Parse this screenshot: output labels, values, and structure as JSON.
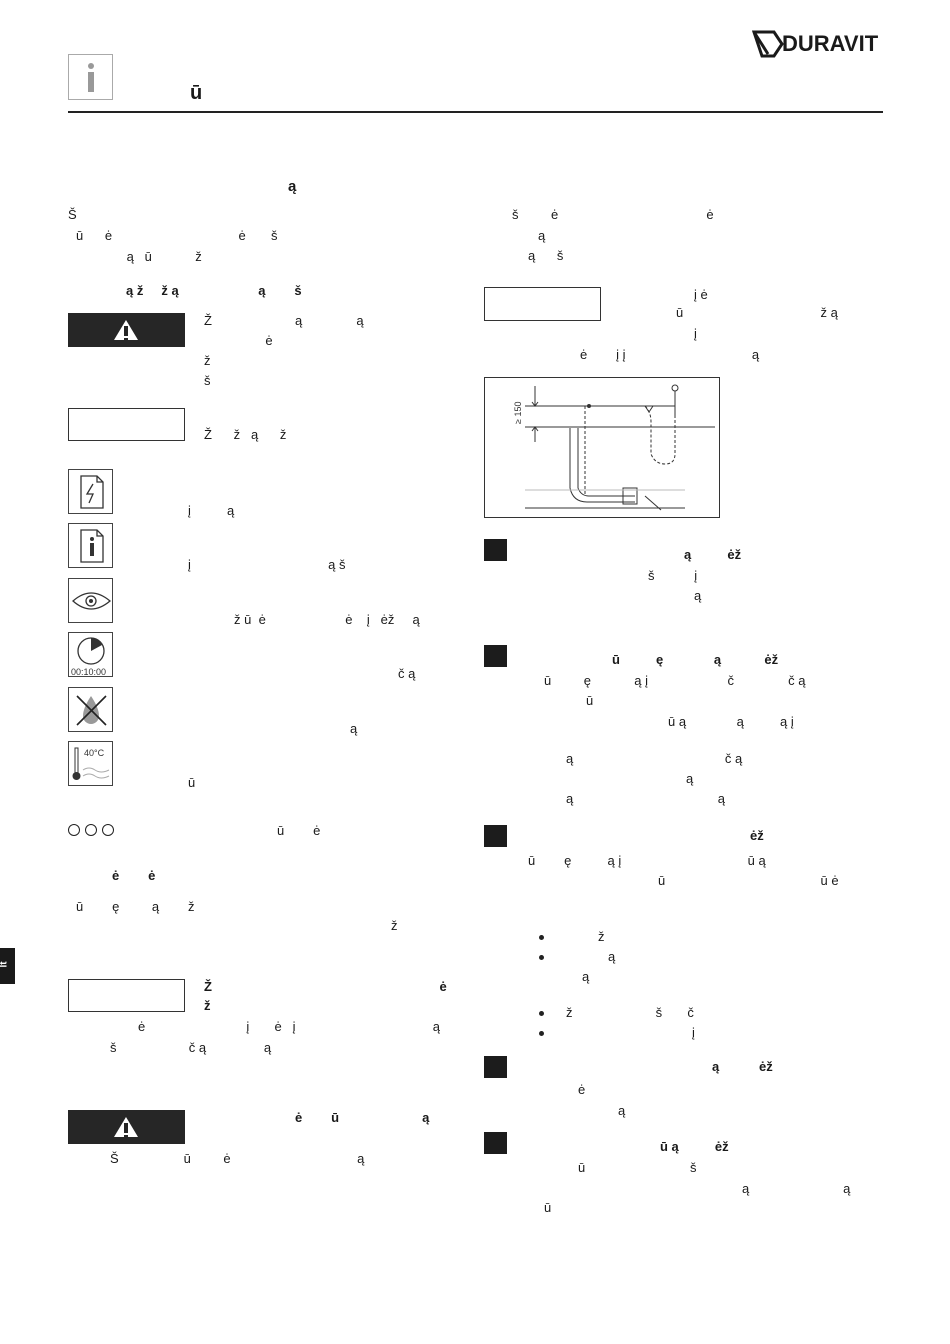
{
  "brand": "DURAVIT",
  "header": {
    "title": "ū"
  },
  "lang_tab": "lt",
  "left": {
    "section_heading": "ą",
    "intro_lines": [
      "Š",
      "ū      ė                                   ė       š",
      "              ą   ū            ž"
    ],
    "safety_heading": "ą ž     ž ą                      ą        š",
    "warning_lines": [
      "Ž                       ą               ą",
      "                 ė",
      "ž",
      "š"
    ],
    "note_text": "Ž      ž   ą      ž",
    "icon_texts": [
      "į          ą",
      "į                                      ą š",
      "ž ū  ė                      ė    į   ėž     ą",
      "č ą",
      "ą",
      "ū"
    ],
    "circles_text": "ū        ė",
    "heading2": "ė        ė",
    "para2_lines": [
      "ū        ę         ą        ž",
      "ž"
    ],
    "note2_heading_lines": [
      "Ž                                                               ė",
      "ž"
    ],
    "note2_lines": [
      "ė                            į       ė   į                                      ą",
      "š                    č ą                ą"
    ],
    "warning2_heading": "ė        ū                       ą",
    "warning2_line": "Š                  ū         ė                                   ą"
  },
  "right": {
    "intro_lines": [
      "š         ė                                         ė",
      "ą",
      "ą      š"
    ],
    "note_lines": [
      "į ė",
      "ū                                      ž ą",
      "į",
      "ė        į į                                   ą"
    ],
    "diagram_label": "≥ 150",
    "steps": [
      {
        "heading": "ą          ėž",
        "lines": [
          "š           į",
          "ą"
        ]
      },
      {
        "heading": "ū          ę              ą            ėž",
        "lines": [
          "ū         ę            ą į                      č               č ą",
          "ū",
          "ū ą              ą          ą į",
          "ą                                          č ą",
          "ą",
          "ą                                        ą"
        ]
      },
      {
        "heading": "ėž",
        "lines": [
          "ū        ę          ą į                                   ū ą",
          "ū                                           ū ė"
        ]
      },
      {
        "heading": "ą           ėž",
        "lines": [
          "ė",
          "ą"
        ]
      },
      {
        "heading": "ū ą          ėž",
        "lines": [
          "ū                             š",
          "ą                          ą",
          "ū"
        ]
      }
    ],
    "bullets": [
      "ž",
      "ą",
      "ą",
      "ž                       š       č",
      "į"
    ]
  },
  "icon_names": [
    "document-icon",
    "info-document-icon",
    "eye-icon",
    "clock-icon",
    "no-water-icon",
    "thermometer-icon"
  ],
  "clock_label": "00:10:00",
  "thermo_label": "40°C"
}
